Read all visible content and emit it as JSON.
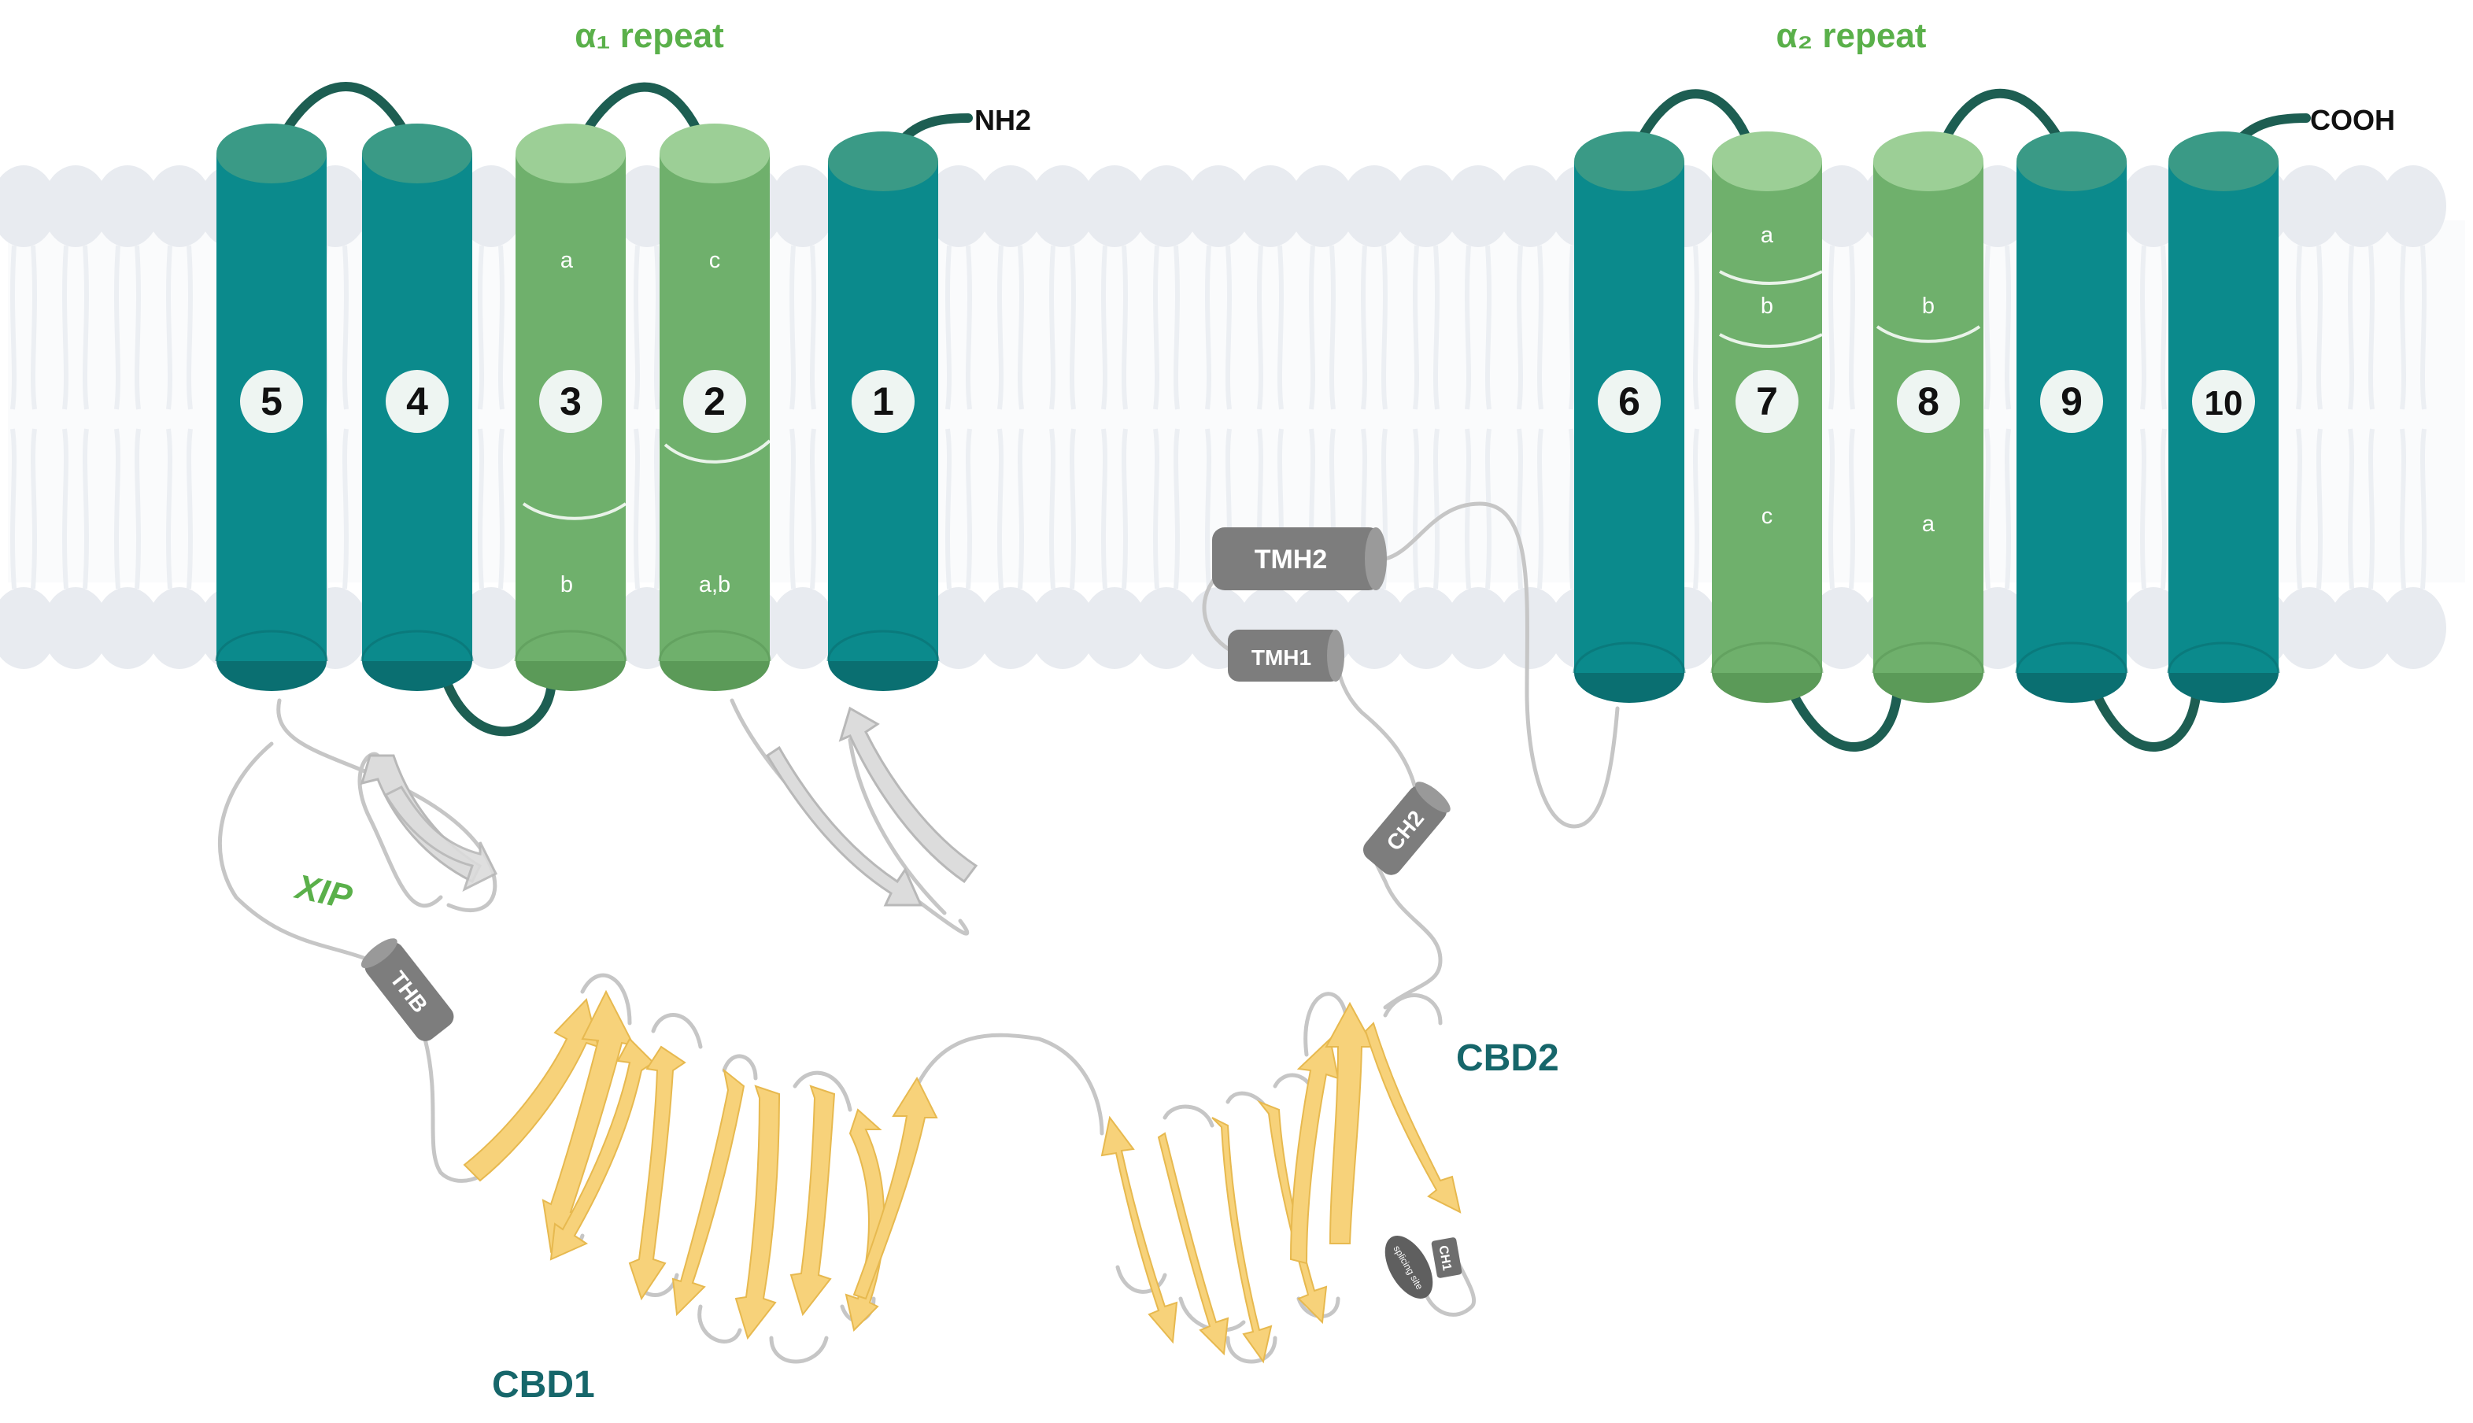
{
  "labels": {
    "alpha1": "α₁ repeat",
    "alpha2": "α₂ repeat",
    "nterm": "NH2",
    "cterm": "COOH",
    "xip": "XIP",
    "cbd1": "CBD1",
    "cbd2": "CBD2",
    "thb": "THB",
    "ch2": "CH2",
    "tmh1": "TMH1",
    "tmh2": "TMH2",
    "ch1": "CH1",
    "splice": "splicing site"
  },
  "helices": [
    {
      "num": "5",
      "type": "teal",
      "subs": []
    },
    {
      "num": "4",
      "type": "teal",
      "subs": []
    },
    {
      "num": "3",
      "type": "green",
      "subs": [
        "a",
        "b"
      ]
    },
    {
      "num": "2",
      "type": "green",
      "subs": [
        "c",
        "a,b"
      ]
    },
    {
      "num": "1",
      "type": "teal",
      "subs": []
    },
    {
      "num": "6",
      "type": "teal",
      "subs": []
    },
    {
      "num": "7",
      "type": "green",
      "subs": [
        "a",
        "b",
        "c"
      ]
    },
    {
      "num": "8",
      "type": "green",
      "subs": [
        "b",
        "a"
      ]
    },
    {
      "num": "9",
      "type": "teal",
      "subs": []
    },
    {
      "num": "10",
      "type": "teal",
      "subs": []
    }
  ],
  "colors": {
    "teal": "#0b8a8c",
    "teal_top": "#3a9a86",
    "teal_bottom": "#0a6f71",
    "green": "#6fb06c",
    "green_top": "#9ccf96",
    "green_bottom": "#5b9a58",
    "loop": "#1d5e52",
    "membrane": "#e8ebf0",
    "yellow": "#f7d27a",
    "grey_box": "#7d7d7d",
    "title_green": "#5ab04a",
    "title_teal": "#16666a"
  }
}
